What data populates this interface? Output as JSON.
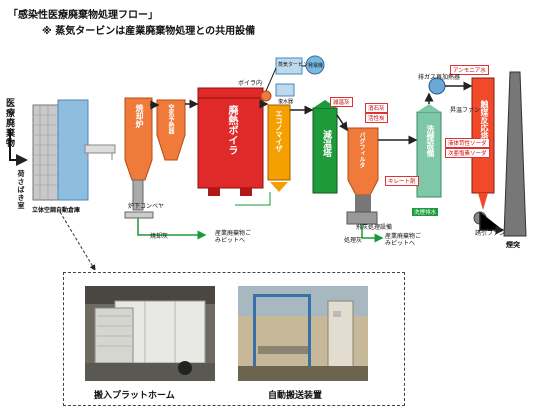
{
  "title": "「感染性医療廃棄物処理フロー」",
  "subtitle": "※ 蒸気タービンは産業廃棄物処理との共用設備",
  "labels": {
    "medical_waste": "医療廃棄物",
    "unloading_room": "荷さばき室",
    "storage": "立体空調自動倉庫",
    "incinerator": "焼却炉",
    "air_preheater": "空気予熱器",
    "furnace_conveyor": "炉下コンベヤ",
    "boiler_tag": "ボイラ内",
    "waste_heat_boiler": "廃熱ボイラ",
    "economizer": "エコノマイザ",
    "steam_turbine": "蒸気タービン",
    "generator": "発電機",
    "condenser": "復水器",
    "cooling_tower": "減温塔",
    "slaked_lime": "消石灰",
    "bag_filter": "バグフィルタ",
    "activated_carbon": "活性炭",
    "reduced_tag": "減温灰",
    "fly_ash_treatment": "飛灰処理設備",
    "chelate": "キレート剤",
    "ash_treatment": "処理灰",
    "burned_ash": "焼却灰",
    "industrial_pit_1": "産業廃棄物ごみピットへ",
    "industrial_pit_2": "産業廃棄物ごみピットへ",
    "scrubber": "洗煙設備",
    "wash_drain": "洗煙排水",
    "ammonia": "アンモニア水",
    "reheater": "排ガス再加熱器",
    "boost_fan": "昇温ファン",
    "caustic_soda": "液体苛性ソーダ",
    "sodium_hypo": "次亜塩素ソーダ",
    "denitration": "触媒反応塔",
    "induced_fan": "誘引ファン",
    "stack": "煙突"
  },
  "photos": {
    "left_caption": "搬入プラットホーム",
    "right_caption": "自動搬送装置"
  },
  "colors": {
    "incinerator": "#f07a3a",
    "boiler": "#e02a2a",
    "economizer": "#f5a000",
    "cooling_tower": "#1f9a3a",
    "scrubber": "#7ec8a8",
    "denitration": "#f04a2a",
    "storage": "#8fbde0",
    "flow_line": "#222222",
    "green_line": "#1a9a3a"
  }
}
